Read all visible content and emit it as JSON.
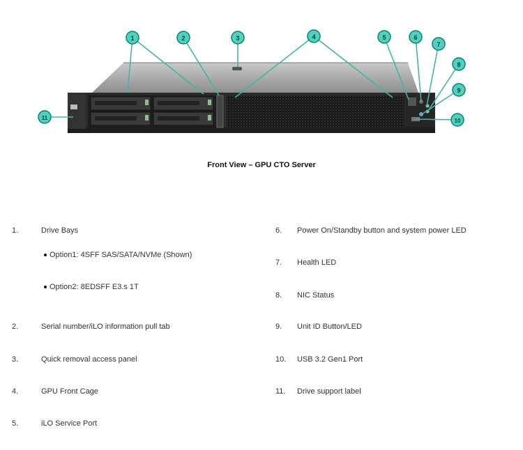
{
  "callouts": [
    "1",
    "2",
    "3",
    "4",
    "5",
    "6",
    "7",
    "8",
    "9",
    "10",
    "11"
  ],
  "caption": "Front View – GPU CTO Server",
  "colors": {
    "callout_fill": "#4fd1c0",
    "callout_stroke": "#0e7f72",
    "chassis": "#2b2b2b",
    "lid": "#a9a9a9"
  },
  "left_list": [
    {
      "num": "1.",
      "label": "Drive Bays"
    },
    {
      "num": "2.",
      "label": "Serial number/iLO information pull tab"
    },
    {
      "num": "3.",
      "label": "Quick removal access panel"
    },
    {
      "num": "4.",
      "label": "GPU Front Cage"
    },
    {
      "num": "5.",
      "label": "iLO Service Port"
    }
  ],
  "drive_options": [
    "Option1: 4SFF SAS/SATA/NVMe (Shown)",
    "Option2: 8EDSFF E3.s 1T"
  ],
  "right_list": [
    {
      "num": "6.",
      "label": "Power On/Standby button and system power LED"
    },
    {
      "num": "7.",
      "label": "Health LED"
    },
    {
      "num": "8.",
      "label": "NIC Status"
    },
    {
      "num": "9.",
      "label": "Unit ID Button/LED"
    },
    {
      "num": "10.",
      "label": "USB 3.2 Gen1 Port"
    },
    {
      "num": "11.",
      "label": "Drive support label"
    }
  ]
}
